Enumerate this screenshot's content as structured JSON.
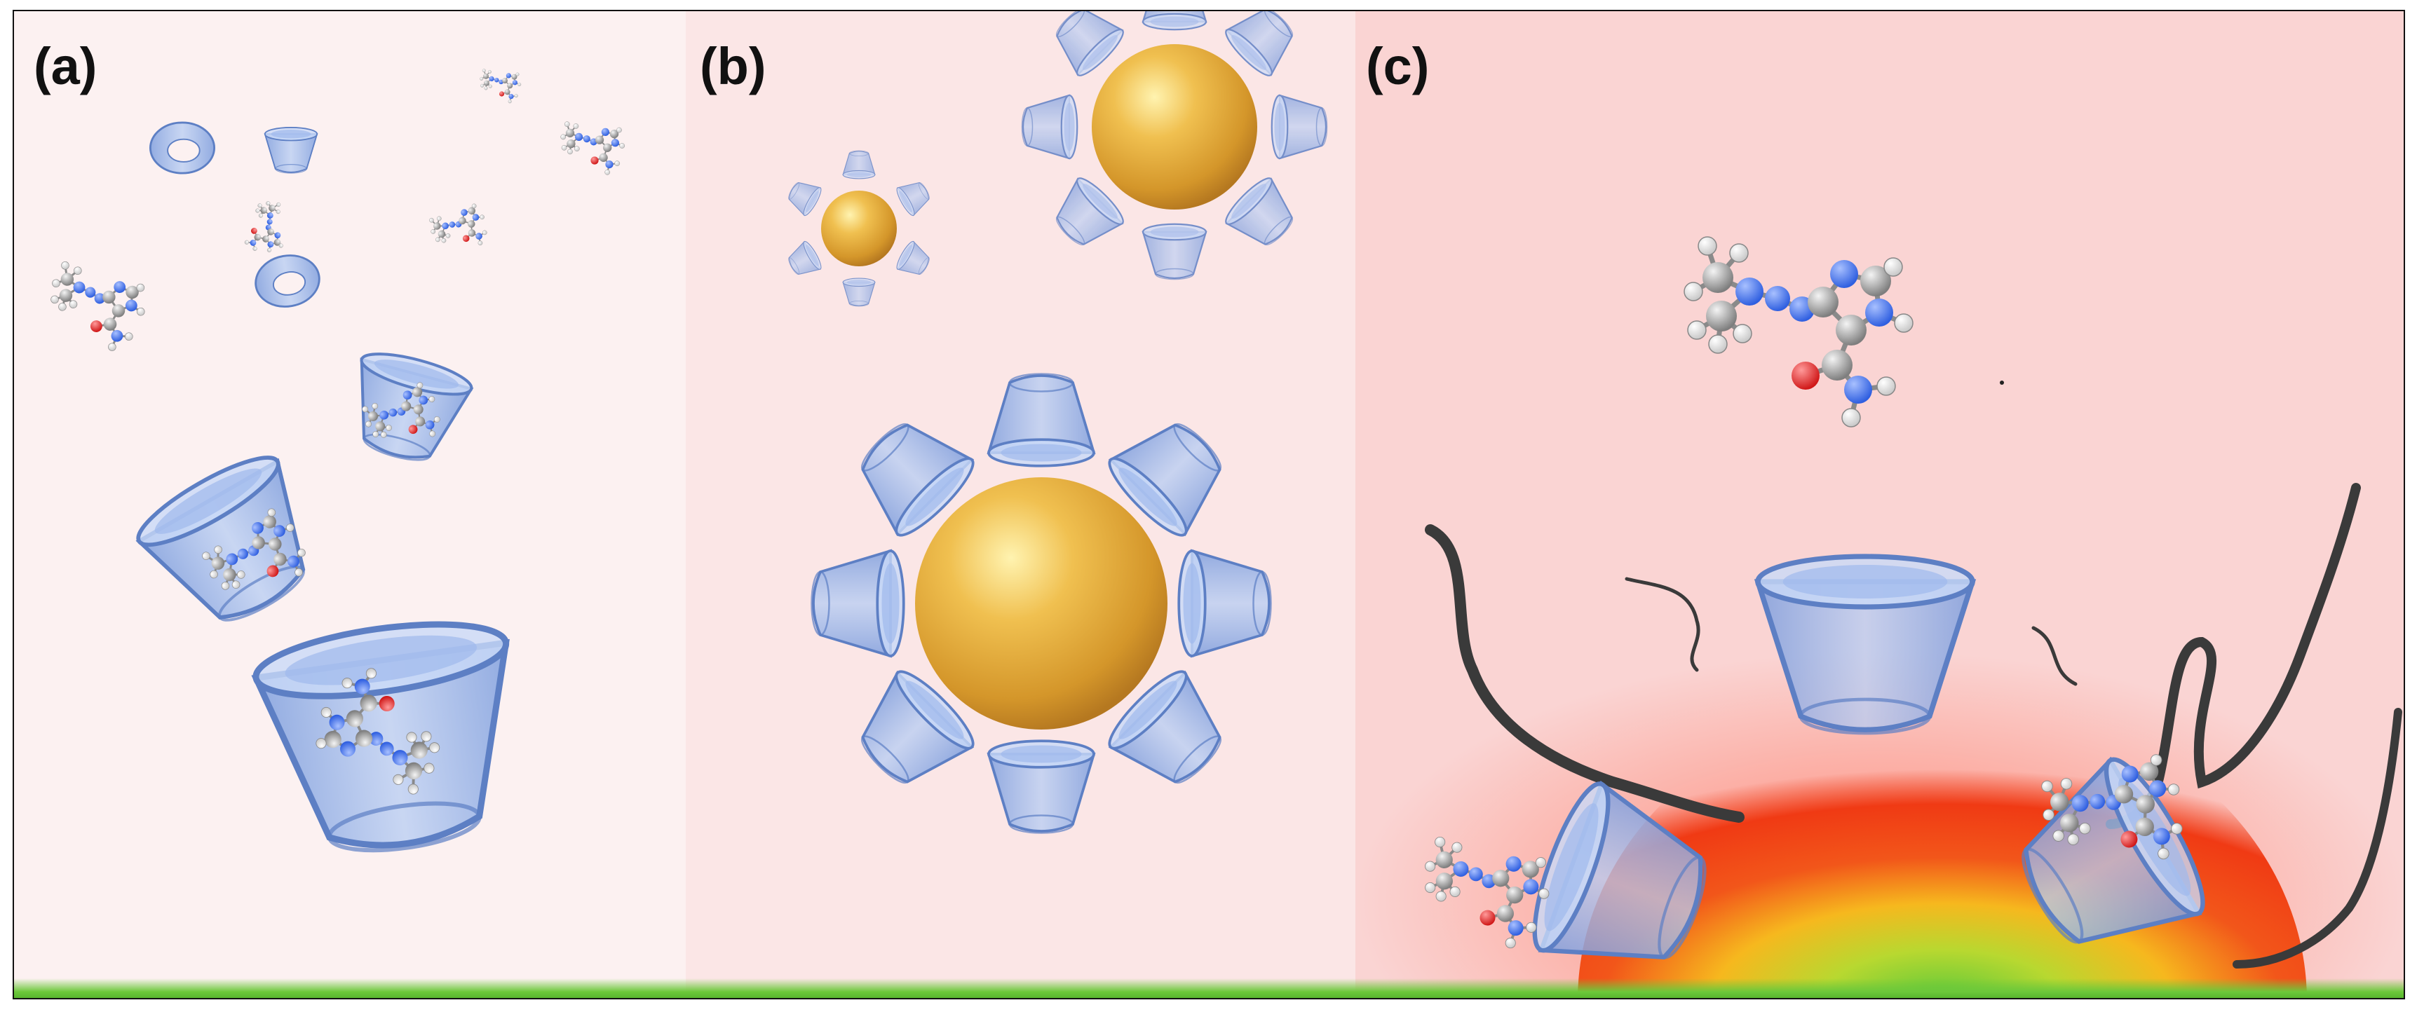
{
  "figure": {
    "panels": [
      {
        "id": "a",
        "label": "(a)"
      },
      {
        "id": "b",
        "label": "(b)"
      },
      {
        "id": "c",
        "label": "(c)"
      }
    ],
    "colors": {
      "panel_a_bg": "#fcf1f1",
      "panel_b_bg": "#fbe6e6",
      "panel_c_bg": "#fad4d3",
      "cyclodextrin": "#8fb0e8",
      "gold": "#e0a838",
      "nitrogen": "#3f6ee8",
      "carbon": "#9a9a9a",
      "oxygen": "#e03030",
      "hydrogen": "#ffffff",
      "ground_green": "#6cc83a",
      "heat_red": "#f23a10",
      "strand": "#3a3a3a"
    },
    "icons": [
      "cyclodextrin-cone",
      "gold-nanoparticle",
      "dacarbazine-molecule",
      "polymer-strand",
      "heat-gradient"
    ]
  }
}
